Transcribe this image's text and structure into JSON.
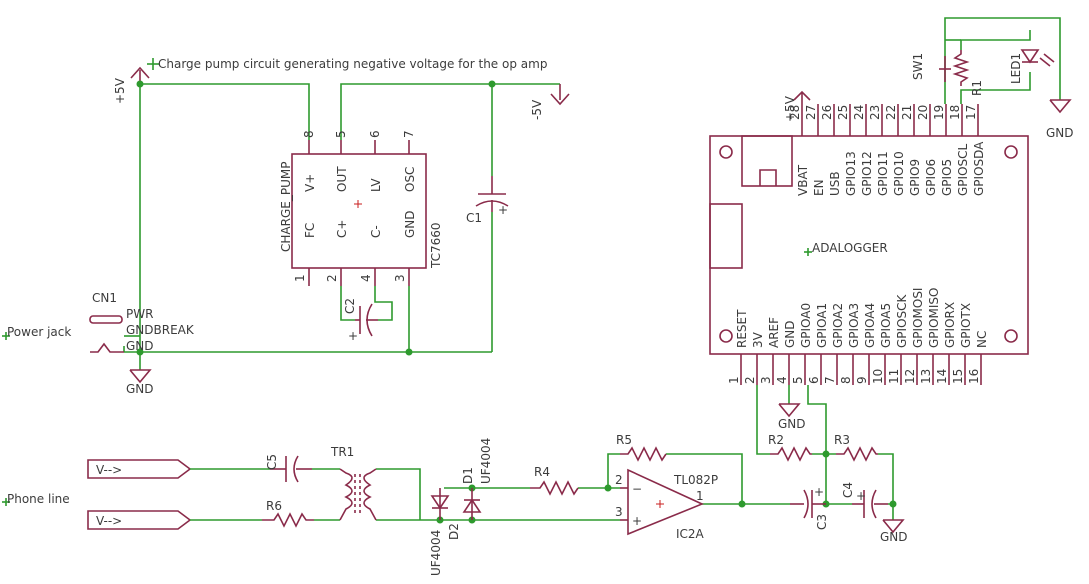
{
  "notes": {
    "charge_pump": "Charge pump circuit generating negative voltage for the op amp",
    "power_jack": "Power jack",
    "phone_line": "Phone line"
  },
  "power": {
    "p5v": "+5V",
    "m5v": "-5V",
    "gnd": "GND"
  },
  "charge_pump": {
    "name": "CHARGE_PUMP",
    "part": "TC7660",
    "top_pins": [
      {
        "num": "8",
        "name": "V+"
      },
      {
        "num": "5",
        "name": "OUT"
      },
      {
        "num": "6",
        "name": "LV"
      },
      {
        "num": "7",
        "name": "OSC"
      }
    ],
    "bottom_pins": [
      {
        "num": "1",
        "name": "FC"
      },
      {
        "num": "2",
        "name": "C+"
      },
      {
        "num": "4",
        "name": "C-"
      },
      {
        "num": "3",
        "name": "GND"
      }
    ]
  },
  "connector": {
    "name": "CN1",
    "pins": [
      "PWR",
      "GNDBREAK",
      "GND"
    ]
  },
  "caps": {
    "c1": "C1",
    "c2": "C2",
    "c3": "C3",
    "c4": "C4",
    "c5": "C5"
  },
  "resistors": {
    "r1": "R1",
    "r2": "R2",
    "r3": "R3",
    "r4": "R4",
    "r5": "R5",
    "r6": "R6"
  },
  "diodes": {
    "d1": "D1",
    "d2": "D2",
    "part": "UF4004"
  },
  "transformer": "TR1",
  "opamp": {
    "name": "IC2A",
    "part": "TL082P",
    "pin_in_neg": "2",
    "pin_in_pos": "3",
    "pin_out": "1",
    "minus": "−",
    "plus": "+"
  },
  "switch": "SW1",
  "led": "LED1",
  "line_inputs": [
    "V-->",
    "V-->"
  ],
  "adalogger": {
    "name": "ADALOGGER",
    "top_pins": [
      {
        "num": "28",
        "name": "VBAT"
      },
      {
        "num": "27",
        "name": "EN"
      },
      {
        "num": "26",
        "name": "USB"
      },
      {
        "num": "25",
        "name": "GPIO13"
      },
      {
        "num": "24",
        "name": "GPIO12"
      },
      {
        "num": "23",
        "name": "GPIO11"
      },
      {
        "num": "22",
        "name": "GPIO10"
      },
      {
        "num": "21",
        "name": "GPIO9"
      },
      {
        "num": "20",
        "name": "GPIO6"
      },
      {
        "num": "19",
        "name": "GPIO5"
      },
      {
        "num": "18",
        "name": "GPIOSCL"
      },
      {
        "num": "17",
        "name": "GPIOSDA"
      }
    ],
    "bottom_pins": [
      {
        "num": "1",
        "name": "RESET"
      },
      {
        "num": "2",
        "name": "3V"
      },
      {
        "num": "3",
        "name": "AREF"
      },
      {
        "num": "4",
        "name": "GND"
      },
      {
        "num": "5",
        "name": "GPIOA0"
      },
      {
        "num": "6",
        "name": "GPIOA1"
      },
      {
        "num": "7",
        "name": "GPIOA2"
      },
      {
        "num": "8",
        "name": "GPIOA3"
      },
      {
        "num": "9",
        "name": "GPIOA4"
      },
      {
        "num": "10",
        "name": "GPIOA5"
      },
      {
        "num": "11",
        "name": "GPIOSCK"
      },
      {
        "num": "12",
        "name": "GPIOMOSI"
      },
      {
        "num": "13",
        "name": "GPIOMISO"
      },
      {
        "num": "14",
        "name": "GPIORX"
      },
      {
        "num": "15",
        "name": "GPIOTX"
      },
      {
        "num": "16",
        "name": "NC"
      }
    ]
  },
  "colors": {
    "wire": "#2e9a2e",
    "symbol": "#8a2b4a",
    "text": "#3c3c3c",
    "origin_mark": "#c81e1e"
  }
}
